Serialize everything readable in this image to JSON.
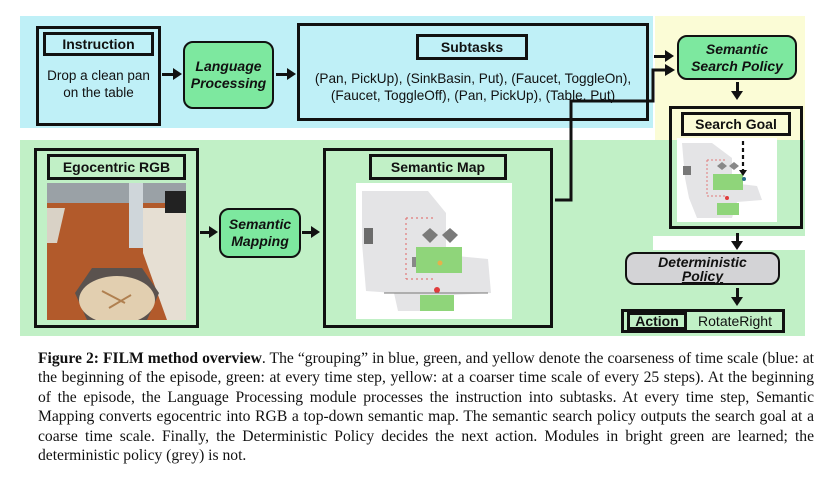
{
  "diagram": {
    "colors": {
      "blue_group": "#bff0f7",
      "green_group": "#c1f0c6",
      "yellow_group": "#fbfcd6",
      "learned_module": "#7de89f",
      "deterministic_module": "#d3d3d6"
    },
    "instruction": {
      "label": "Instruction",
      "text_line1": "Drop a clean pan",
      "text_line2": "on the table"
    },
    "language_processing": {
      "line1": "Language",
      "line2": "Processing"
    },
    "subtasks": {
      "label": "Subtasks",
      "line1": "(Pan, PickUp), (SinkBasin, Put), (Faucet, ToggleOn),",
      "line2": "(Faucet, ToggleOff), (Pan, PickUp), (Table, Put)"
    },
    "semantic_search_policy": {
      "line1": "Semantic",
      "line2": "Search Policy"
    },
    "search_goal": {
      "label": "Search Goal"
    },
    "egocentric_rgb": {
      "label": "Egocentric RGB"
    },
    "semantic_mapping": {
      "line1": "Semantic",
      "line2": "Mapping"
    },
    "semantic_map": {
      "label": "Semantic Map"
    },
    "deterministic_policy": {
      "line1": "Deterministic",
      "line2": "Policy"
    },
    "action": {
      "label": "Action",
      "value": "RotateRight"
    }
  },
  "caption": {
    "figure_label": "Figure 2: FILM method overview",
    "text": ". The “grouping” in blue, green, and yellow denote the coarseness of time scale (blue: at the beginning of the episode, green: at every time step, yellow: at a coarser time scale of every 25 steps).  At the beginning of the episode, the Language Processing module processes the instruction into subtasks. At every time step, Semantic Mapping converts egocentric into RGB a top-down semantic map. The semantic search policy outputs the search goal at a coarse time scale. Finally, the Deterministic Policy decides the next action. Modules in bright green are learned; the deterministic policy (grey) is not."
  }
}
